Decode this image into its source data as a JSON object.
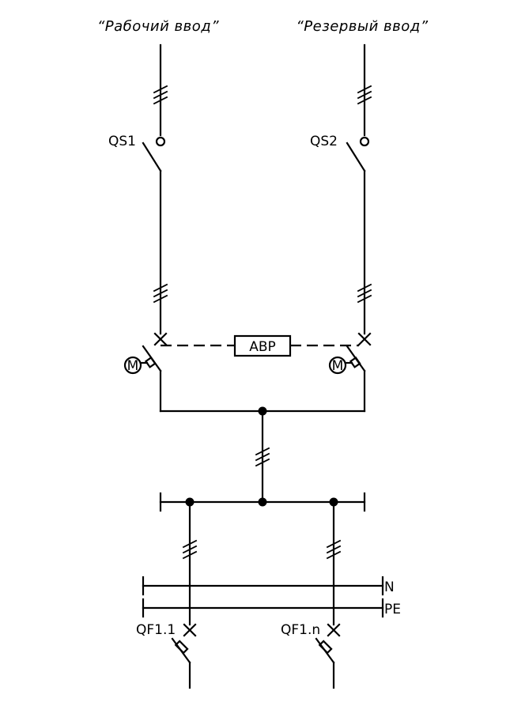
{
  "inputs": {
    "working_input_label": "“Рабочий ввод”",
    "reserve_input_label": "“Резервый ввод”"
  },
  "devices": {
    "qs1": "QS1",
    "qs2": "QS2",
    "avr": "АВР",
    "motor_left": "M",
    "motor_right": "M",
    "qf1_1": "QF1.1",
    "qf1_n": "QF1.n"
  },
  "buses": {
    "neutral": "N",
    "protective_earth": "PE"
  },
  "style": {
    "line_color": "#000000",
    "background": "#ffffff"
  }
}
